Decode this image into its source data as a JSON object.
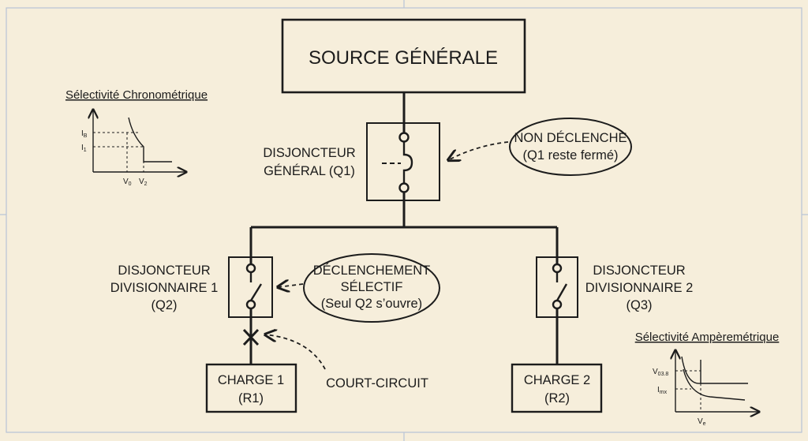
{
  "source": {
    "title": "SOURCE GÉNÉRALE"
  },
  "q1": {
    "label_line1": "DISJONCTEUR",
    "label_line2": "GÉNÉRAL (Q1)"
  },
  "note_q1": {
    "line1": "NON DÉCLENCHE",
    "line2": "(Q1 reste fermé)"
  },
  "q2": {
    "label_line1": "DISJONCTEUR",
    "label_line2": "DIVISIONNAIRE 1",
    "label_line3": "(Q2)"
  },
  "note_q2": {
    "line1": "DÉCLENCHEMENT",
    "line2": "SÉLECTIF",
    "line3": "(Seul Q2 s’ouvre)"
  },
  "q3": {
    "label_line1": "DISJONCTEUR",
    "label_line2": "DIVISIONNAIRE 2",
    "label_line3": "(Q3)"
  },
  "charge1": {
    "line1": "CHARGE 1",
    "line2": "(R1)"
  },
  "charge2": {
    "line1": "CHARGE 2",
    "line2": "(R2)"
  },
  "fault": {
    "label": "COURT-CIRCUIT"
  },
  "chrono": {
    "title": "Sélectivité Chronométrique",
    "y_tick1_main": "I",
    "y_tick1_sub": "B",
    "y_tick2_main": "I",
    "y_tick2_sub": "1",
    "x_tick1_main": "V",
    "x_tick1_sub": "0",
    "x_tick2_main": "V",
    "x_tick2_sub": "2"
  },
  "ampere": {
    "title": "Sélectivité Ampèremétrique",
    "y_tick1_main": "V",
    "y_tick1_sub": "03.8",
    "y_tick2_main": "I",
    "y_tick2_sub": "mx",
    "x_tick1_main": "V",
    "x_tick1_sub": "e"
  },
  "colors": {
    "paper": "#f6eedb",
    "ink": "#1c1c1c",
    "grid": "#b8c4d6"
  }
}
